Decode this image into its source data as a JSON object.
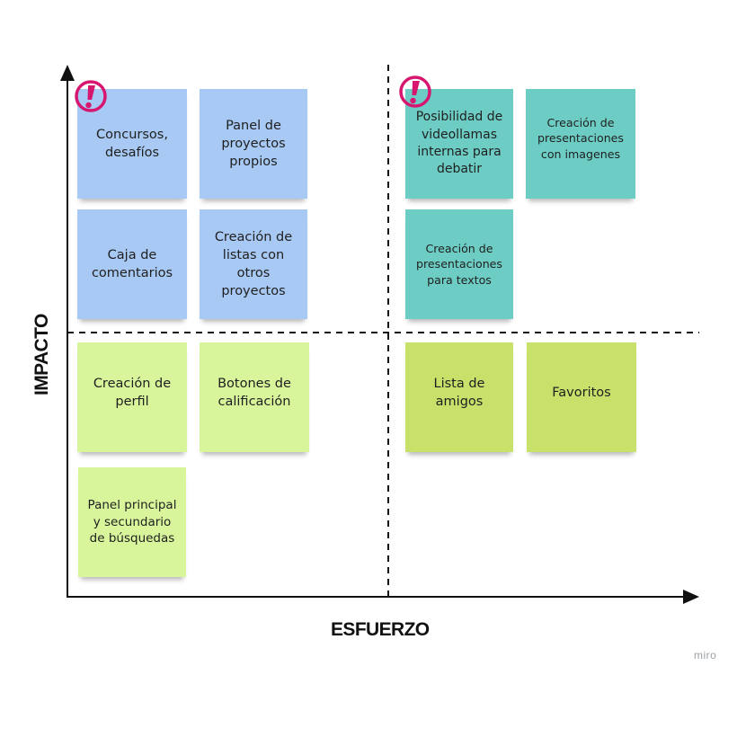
{
  "axes": {
    "x_label": "ESFUERZO",
    "y_label": "IMPACTO"
  },
  "colors": {
    "blue_note": "#a8c9f4",
    "teal_note": "#6dcdc4",
    "lime_note": "#d8f59c",
    "olive_note": "#c8e16a",
    "alert_magenta": "#d6166f"
  },
  "notes": {
    "concursos": "Concursos, desafíos",
    "panel_proyectos": "Panel de proyectos propios",
    "caja_comentarios": "Caja de comentarios",
    "listas_proyectos": "Creación de listas con otros proyectos",
    "videollamadas": "Posibilidad de videollamas internas para debatir",
    "presentaciones_imagenes": "Creación de presentaciones con imagenes",
    "presentaciones_textos": "Creación de presentaciones para textos",
    "creacion_perfil": "Creación de perfil",
    "botones_calificacion": "Botones de calificación",
    "panel_busquedas": "Panel principal y secundario de búsquedas",
    "lista_amigos": "Lista de amigos",
    "favoritos": "Favoritos"
  },
  "icons": {
    "alert": "exclamation-circle-icon"
  },
  "brand": "miro"
}
